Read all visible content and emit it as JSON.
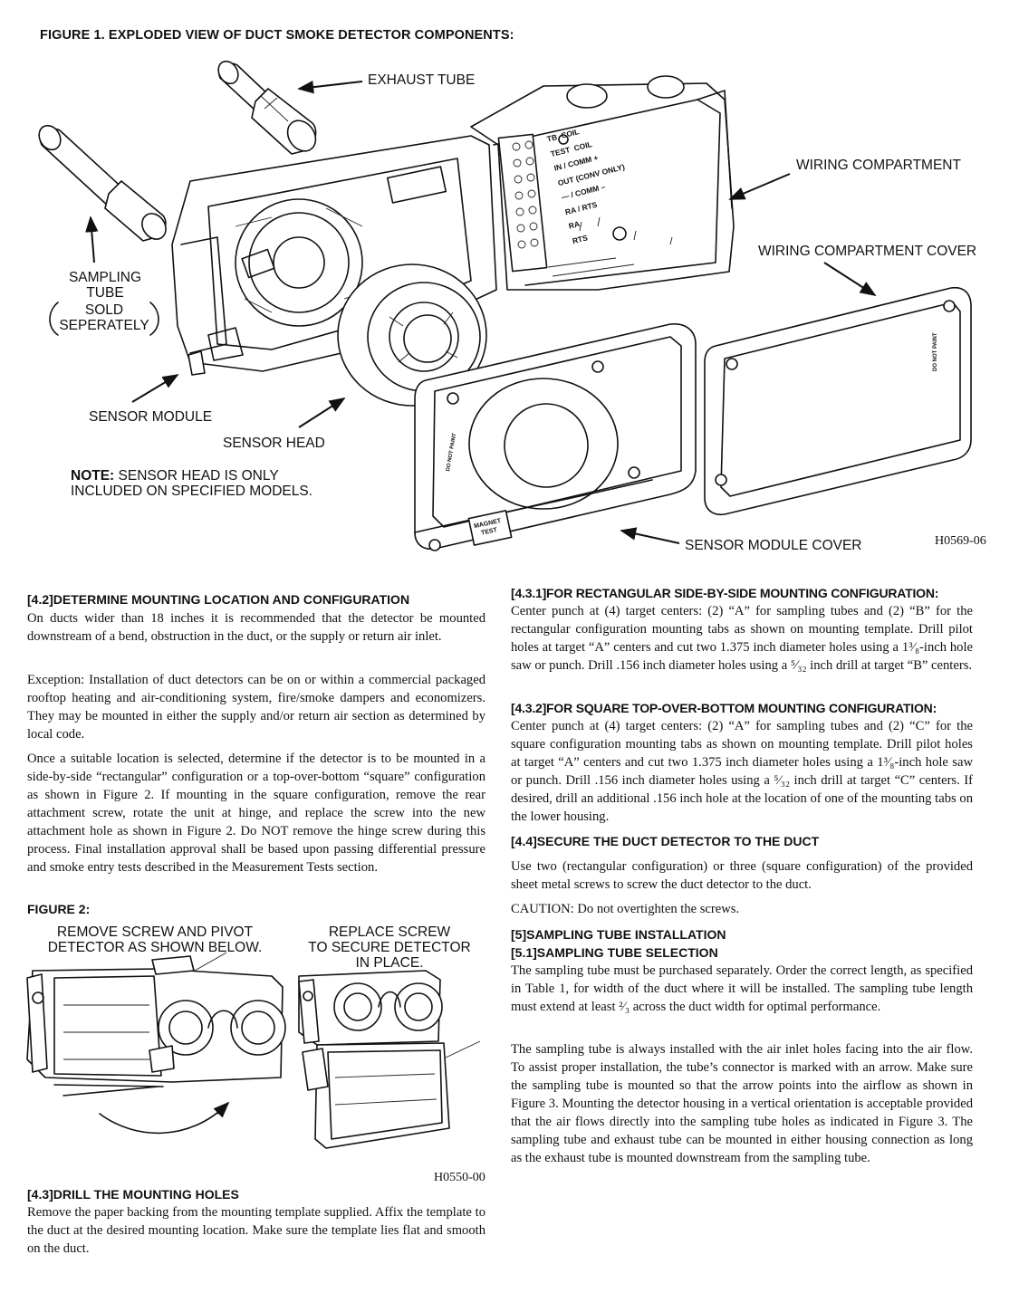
{
  "figure1": {
    "title": "FIGURE 1. EXPLODED VIEW OF DUCT SMOKE DETECTOR COMPONENTS:",
    "labels": {
      "exhaust_tube": "EXHAUST TUBE",
      "wiring_compartment": "WIRING COMPARTMENT",
      "wiring_compartment_cover": "WIRING COMPARTMENT COVER",
      "sampling_tube_1": "SAMPLING",
      "sampling_tube_2": "TUBE",
      "sold_1": "SOLD",
      "sold_2": "SEPERATELY",
      "sensor_module": "SENSOR MODULE",
      "sensor_head": "SENSOR HEAD",
      "sensor_module_cover": "SENSOR MODULE COVER",
      "note_bold": "NOTE:",
      "note_line1": " SENSOR HEAD IS ONLY",
      "note_line2": "INCLUDED ON SPECIFIED MODELS."
    },
    "terminal_labels": [
      "TB",
      "TEST",
      "IN",
      "OUT",
      "—",
      "RA",
      "RA",
      "RTS"
    ],
    "terminal_suffixes": [
      "COIL",
      "COIL",
      "COMM +",
      "(CONV ONLY)",
      "COMM –",
      "/ RTS",
      "",
      ""
    ],
    "cover_texts": {
      "do_not_paint": "DO NOT PAINT",
      "magnet_test_1": "MAGNET",
      "magnet_test_2": "TEST"
    },
    "code": "H0569-06"
  },
  "left": {
    "s42": {
      "heading": "[4.2]DETERMINE MOUNTING LOCATION AND CONFIGURATION",
      "p1": "On ducts wider than 18 inches it is recommended that the detector be mounted downstream of a bend, obstruction in the duct, or the supply or return air inlet.",
      "p2": "Exception: Installation of duct detectors can be on or within a commercial packaged rooftop heating and air-conditioning system, fire/smoke dampers and economizers. They may be mounted in either the supply and/or return air section as determined by local code.",
      "p3": "Once a suitable location is selected, determine if the detector is to be mounted in a side-by-side “rectangular” configuration or a top-over-bottom “square” configuration as shown in Figure 2. If mounting in the square configuration, remove the rear attachment screw, rotate the unit at hinge, and replace the screw into the new attachment hole as shown in Figure 2. Do NOT remove the hinge screw during this process. Final installation approval shall be based upon passing differential pressure and smoke entry tests described in the Measurement Tests section."
    },
    "figure2": {
      "title": "FIGURE 2:",
      "left_caption_1": "REMOVE SCREW AND PIVOT",
      "left_caption_2": "DETECTOR AS SHOWN BELOW.",
      "right_caption_1": "REPLACE SCREW",
      "right_caption_2": "TO SECURE DETECTOR",
      "right_caption_3": "IN PLACE.",
      "code": "H0550-00"
    },
    "s43": {
      "heading": "[4.3]DRILL THE MOUNTING HOLES",
      "p1": "Remove the paper backing from the mounting template supplied. Affix the template to the duct at the desired mounting location. Make sure the template lies flat and smooth on the duct."
    }
  },
  "right": {
    "s431": {
      "heading": "[4.3.1]FOR RECTANGULAR SIDE-BY-SIDE MOUNTING CONFIGURATION:",
      "p1": "Center punch at (4) target centers: (2) “A” for sampling tubes and (2) “B” for the rectangular configuration mounting tabs as shown on mounting template. Drill pilot holes at target “A” centers and cut two 1.375 inch diameter holes using a 1³⁄₈-inch hole saw or punch. Drill .156 inch diameter holes using a ⁵⁄₃₂ inch drill at target “B” centers."
    },
    "s432": {
      "heading": "[4.3.2]FOR SQUARE TOP-OVER-BOTTOM MOUNTING CONFIGURATION:",
      "p1": "Center punch at (4) target centers: (2) “A” for sampling tubes and (2) “C” for the square configuration mounting tabs as shown on mounting template. Drill pilot holes at target “A” centers and cut two 1.375 inch diameter holes using a 1³⁄₈-inch hole saw or punch. Drill .156 inch diameter holes using a ⁵⁄₃₂ inch drill at target “C” centers. If desired, drill an additional .156 inch hole at the location of one of the mounting tabs on the lower housing."
    },
    "s44": {
      "heading": "[4.4]SECURE THE DUCT DETECTOR TO THE DUCT",
      "p1": "Use two (rectangular configuration) or three (square configuration) of the provided sheet metal screws to screw the duct detector to the duct.",
      "p2": "CAUTION: Do not overtighten the screws."
    },
    "s5": {
      "heading1": "[5]SAMPLING TUBE INSTALLATION",
      "heading2": "[5.1]SAMPLING TUBE SELECTION",
      "p1": "The sampling tube must be purchased separately. Order the correct length, as specified in Table 1, for width of the duct where it will be installed. The sampling tube length must extend at least ²⁄₃ across the duct width for optimal performance.",
      "p2": "The sampling tube is always installed with the air inlet holes facing into the air flow. To assist proper installation, the tube’s connector is marked with an arrow. Make sure the sampling tube is mounted so that the arrow points into the airflow as shown in Figure 3. Mounting the detector housing in a vertical orientation is acceptable provided that the air flows directly into the sampling tube holes as indicated in Figure 3. The sampling tube and exhaust tube can be mounted in either housing connection as long as the exhaust tube is mounted downstream from the sampling tube."
    }
  }
}
